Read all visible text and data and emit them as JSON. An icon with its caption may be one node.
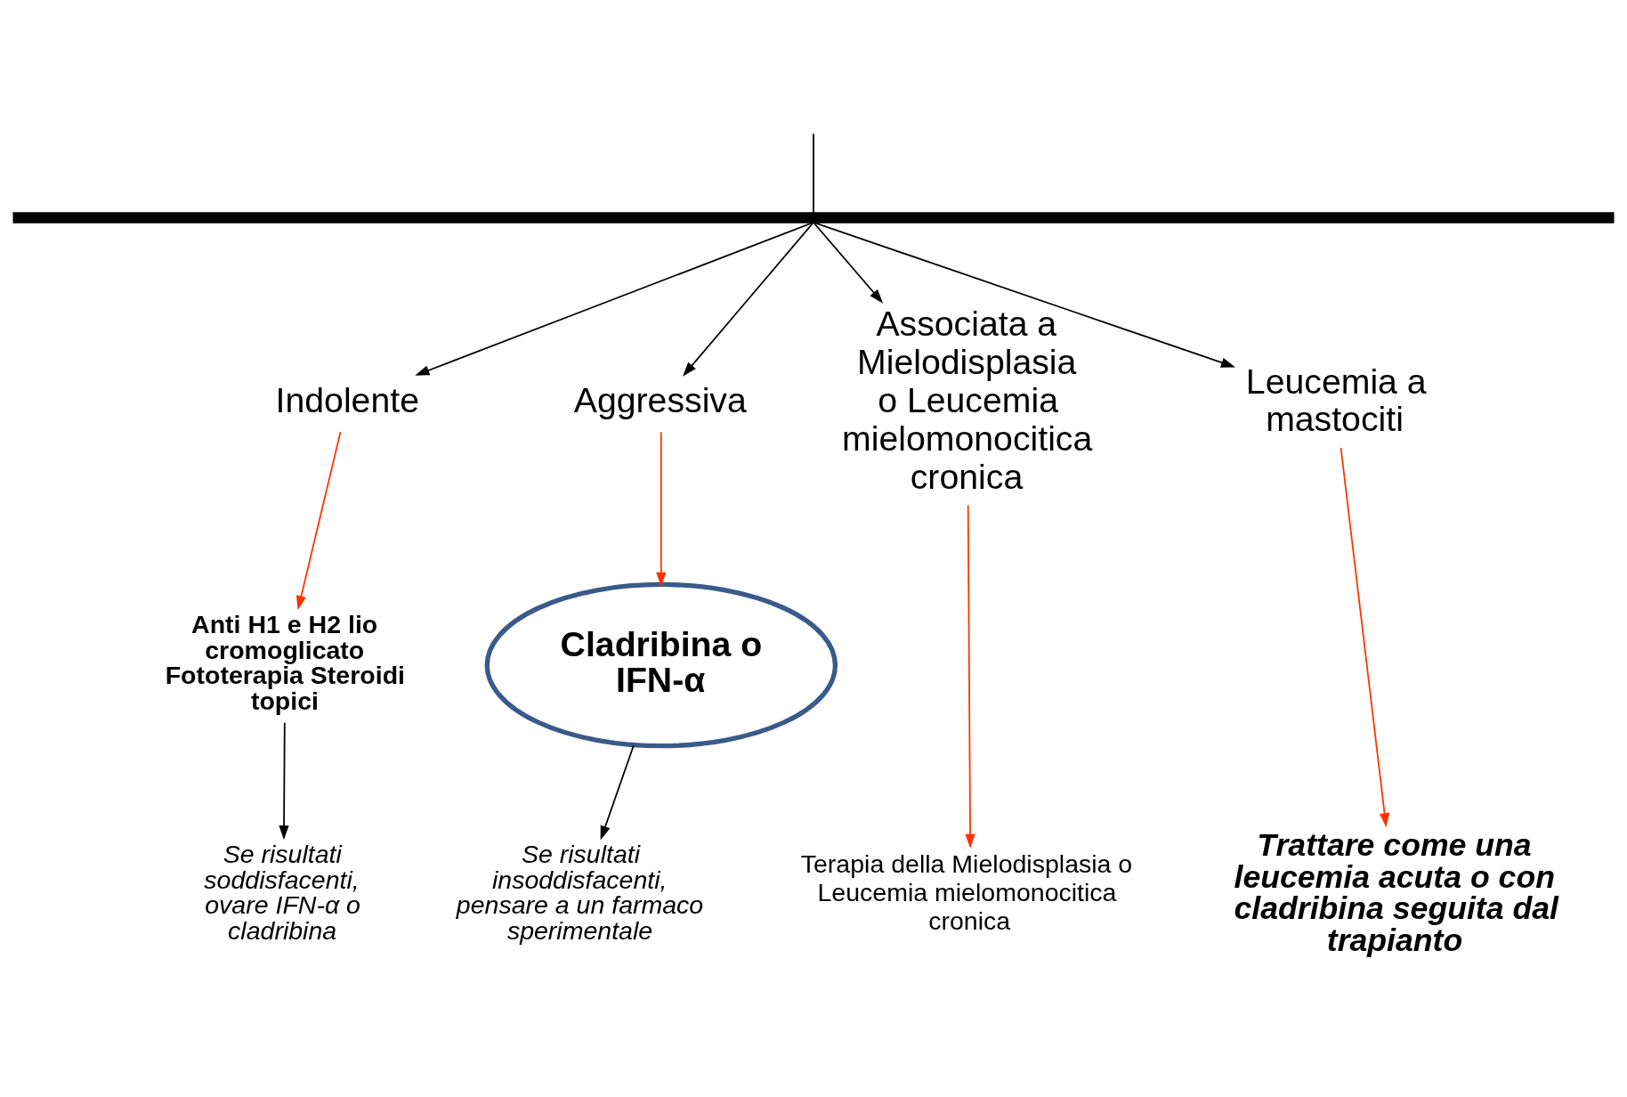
{
  "diagram": {
    "nodes": [
      {
        "text": [],
        "shape": "bar"
      },
      {
        "text": [
          "Indolente"
        ]
      },
      {
        "text": [
          "Aggressiva"
        ]
      },
      {
        "text": [
          "Associata a Mielodisplasia o Leucemia mielomonocitica cronica"
        ]
      },
      {
        "text": [
          "Leucemia a mastociti"
        ]
      },
      {
        "text": [
          "Anti H1 e H2 lio cromoglicato Fototerapia Steroidi topici"
        ]
      },
      {
        "text": [
          "Cladribina o IFN-α"
        ]
      },
      {
        "text": [
          "Se risultati soddisfacenti, ovare IFN-α o cladribina"
        ]
      },
      {
        "text": [
          "Se risultati insoddisfacenti, pensare a un farmaco sperimentale"
        ]
      },
      {
        "text": [
          "Terapia della Mielodisplasia o Leucemia mielomonocitica cronica"
        ]
      },
      {
        "text": [
          "Trattare come una leucemia acuta o con cladribina seguita dal trapianto"
        ]
      }
    ],
    "edges": [
      {
        "from": null,
        "to": 0,
        "arrow": "none"
      },
      {
        "from": 0,
        "to": 1,
        "arrow": "to"
      },
      {
        "from": 0,
        "to": 2,
        "arrow": "to"
      },
      {
        "from": 0,
        "to": 3,
        "arrow": "to"
      },
      {
        "from": 0,
        "to": 4,
        "arrow": "to"
      },
      {
        "from": 1,
        "to": 5,
        "arrow": "to",
        "color": "#ff3300"
      },
      {
        "from": 2,
        "to": 6,
        "arrow": "to",
        "color": "#ff3300"
      },
      {
        "from": 3,
        "to": 9,
        "arrow": "to",
        "color": "#ff3300"
      },
      {
        "from": 4,
        "to": 10,
        "arrow": "to",
        "color": "#ff3300"
      },
      {
        "from": 5,
        "to": 7,
        "arrow": "to"
      },
      {
        "from": 6,
        "to": 8,
        "arrow": "to"
      }
    ]
  }
}
